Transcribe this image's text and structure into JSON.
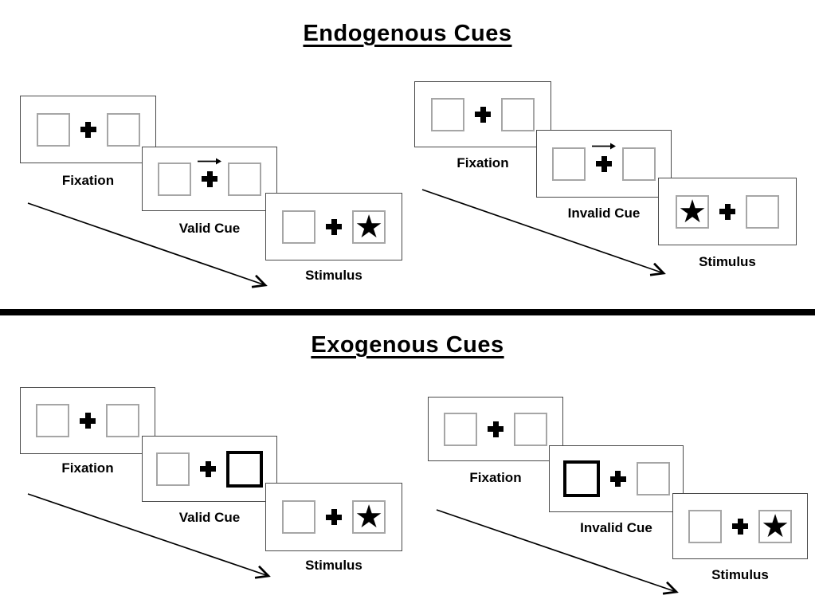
{
  "diagram": {
    "kind": "spatial-cueing-paradigm",
    "description": "Trial sequences (Fixation, Cue, Stimulus) for endogenous and exogenous cues, valid and invalid conditions, each progressing along a diagonal time arrow"
  },
  "endogenous": {
    "title": "Endogenous Cues",
    "valid": {
      "fixation": "Fixation",
      "cue": "Valid Cue",
      "stimulus": "Stimulus"
    },
    "invalid": {
      "fixation": "Fixation",
      "cue": "Invalid Cue",
      "stimulus": "Stimulus"
    }
  },
  "exogenous": {
    "title": "Exogenous Cues",
    "valid": {
      "fixation": "Fixation",
      "cue": "Valid Cue",
      "stimulus": "Stimulus"
    },
    "invalid": {
      "fixation": "Fixation",
      "cue": "Invalid Cue",
      "stimulus": "Stimulus"
    }
  },
  "trial_structure": {
    "endogenous_valid": {
      "cue": "central arrow pointing right above fixation cross",
      "target": "star in right box"
    },
    "endogenous_invalid": {
      "cue": "central arrow pointing right above fixation cross",
      "target": "star in left box"
    },
    "exogenous_valid": {
      "cue": "right box border thickened",
      "target": "star in right box"
    },
    "exogenous_invalid": {
      "cue": "left box border thickened",
      "target": "star in right box"
    }
  },
  "glyphs": {
    "star": "★"
  },
  "colors": {
    "background": "#ffffff",
    "ink": "#000000",
    "panel_border": "#4a4a4a",
    "square_border": "#a6a6a6",
    "cue_highlight_border": "#000000",
    "divider": "#000000"
  }
}
